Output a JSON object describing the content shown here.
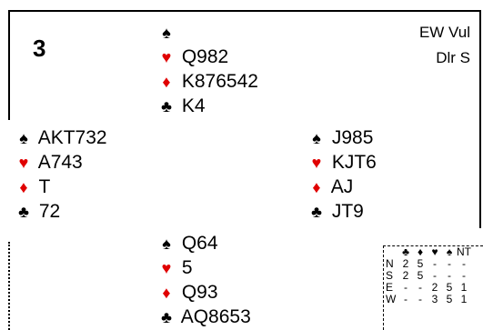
{
  "board": {
    "number": "3",
    "vulnerability": "EW Vul",
    "dealer": "Dlr S"
  },
  "suits": {
    "spades": "♠",
    "hearts": "♥",
    "diamonds": "♦",
    "clubs": "♣"
  },
  "colors": {
    "red_suit": "#e00000",
    "black_suit": "#000000"
  },
  "hands": {
    "north": {
      "spades": "",
      "hearts": "Q982",
      "diamonds": "K876542",
      "clubs": "K4"
    },
    "west": {
      "spades": "AKT732",
      "hearts": "A743",
      "diamonds": "T",
      "clubs": "72"
    },
    "east": {
      "spades": "J985",
      "hearts": "KJT6",
      "diamonds": "AJ",
      "clubs": "JT9"
    },
    "south": {
      "spades": "Q64",
      "hearts": "5",
      "diamonds": "Q93",
      "clubs": "AQ8653"
    }
  },
  "double_dummy": {
    "headers": [
      "♣",
      "♦",
      "♥",
      "♠",
      "NT"
    ],
    "rows": [
      {
        "seat": "N",
        "values": [
          "2",
          "5",
          "-",
          "-",
          "-"
        ]
      },
      {
        "seat": "S",
        "values": [
          "2",
          "5",
          "-",
          "-",
          "-"
        ]
      },
      {
        "seat": "E",
        "values": [
          "-",
          "-",
          "2",
          "5",
          "1"
        ]
      },
      {
        "seat": "W",
        "values": [
          "-",
          "-",
          "3",
          "5",
          "1"
        ]
      }
    ]
  }
}
